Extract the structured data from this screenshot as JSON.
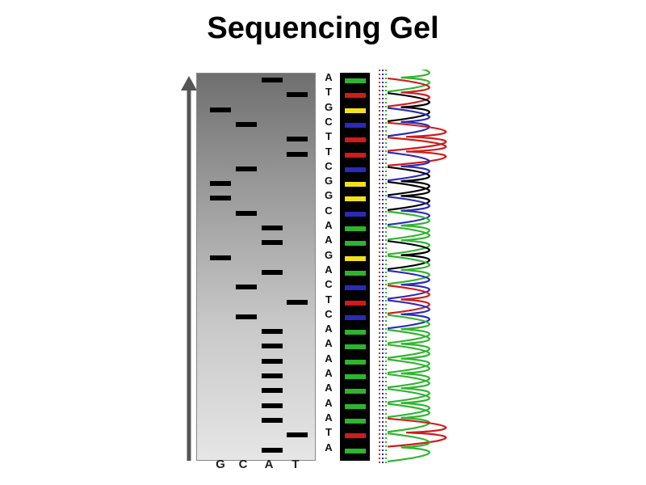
{
  "title": "Sequencing Gel",
  "lanes": [
    "G",
    "C",
    "A",
    "T"
  ],
  "sequence": [
    "A",
    "T",
    "G",
    "C",
    "T",
    "T",
    "C",
    "G",
    "G",
    "C",
    "A",
    "A",
    "G",
    "A",
    "C",
    "T",
    "C",
    "A",
    "A",
    "A",
    "A",
    "A",
    "A",
    "A",
    "T",
    "A"
  ],
  "base_colors": {
    "A": "#2db52d",
    "T": "#d11a1a",
    "G": "#f2e21a",
    "C": "#2a2ab8",
    "trace_G": "#000000"
  },
  "background_color": "#ffffff"
}
